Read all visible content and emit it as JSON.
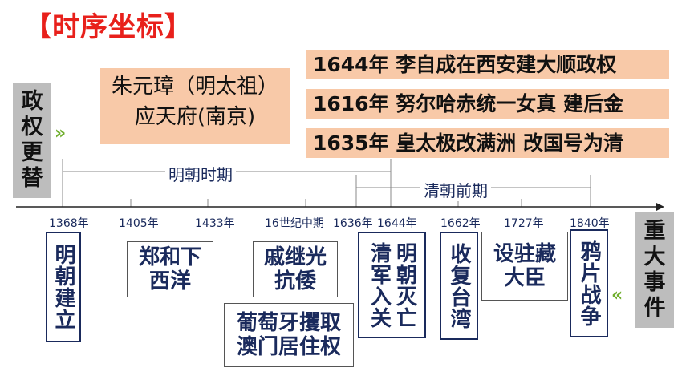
{
  "title": "【时序坐标】",
  "left_label": [
    "政",
    "权",
    "更",
    "替"
  ],
  "right_label": [
    "重",
    "大",
    "事",
    "件"
  ],
  "chevron_right": "»",
  "chevron_left": "«",
  "regime_box_left": {
    "line1": "朱元璋（明太祖）",
    "line2": "应天府(南京)"
  },
  "regime_box_right": [
    "1644年  李自成在西安建大顺政权",
    "1616年  努尔哈赤统一女真  建后金",
    "1635年  皇太极改满洲  改国号为清"
  ],
  "periods": {
    "ming": "明朝时期",
    "qing": "清朝前期"
  },
  "timeline": [
    "1368年",
    "1405年",
    "1433年",
    "16世纪中期",
    "1636年",
    "1644年",
    "1662年",
    "1727年",
    "1840年"
  ],
  "events": {
    "ming_founded": "明朝建立",
    "zhenghe": [
      "郑和下",
      "西洋"
    ],
    "qijiguang": [
      "戚继光",
      "抗倭"
    ],
    "macau": [
      "葡萄牙攫取",
      "澳门居住权"
    ],
    "ming_fall": "明朝灭亡",
    "qing_enter": "清军入关",
    "taiwan": "收复台湾",
    "tibet": [
      "设驻藏",
      "大臣"
    ],
    "opium": "鸦片战争"
  }
}
